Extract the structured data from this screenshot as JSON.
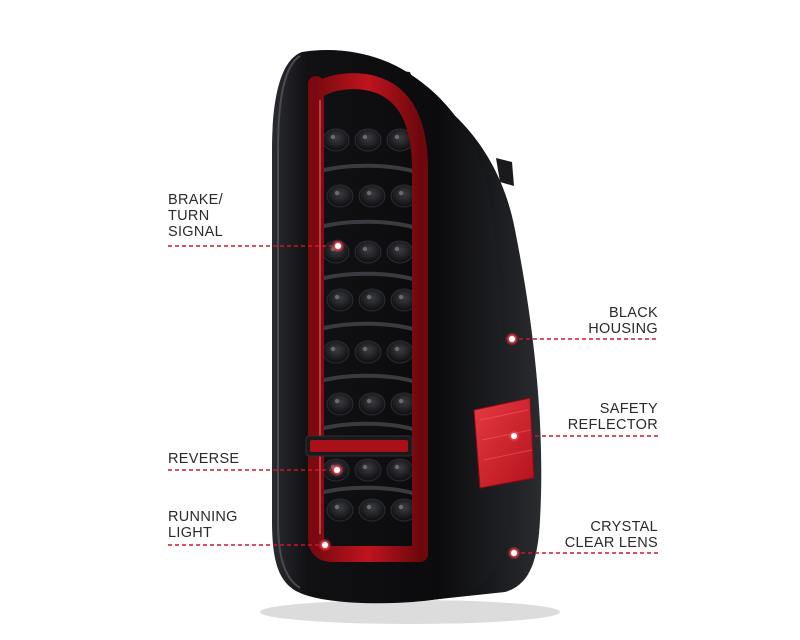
{
  "product": {
    "name": "LED tail light",
    "housing_color": "#0d0d0f",
    "light_bar_color": "#b3121b",
    "reflector_color": "#d9232e"
  },
  "callouts": [
    {
      "id": "brake-turn",
      "text": "BRAKE/\nTURN\nSIGNAL",
      "side": "left"
    },
    {
      "id": "reverse",
      "text": "REVERSE",
      "side": "left"
    },
    {
      "id": "running-light",
      "text": "RUNNING\nLIGHT",
      "side": "left"
    },
    {
      "id": "black-housing",
      "text": "BLACK\nHOUSING",
      "side": "right"
    },
    {
      "id": "safety-reflector",
      "text": "SAFETY\nREFLECTOR",
      "side": "right"
    },
    {
      "id": "crystal-clear-lens",
      "text": "CRYSTAL\nCLEAR LENS",
      "side": "right"
    }
  ],
  "colors": {
    "leader_line": "#c8182a",
    "label_text": "#2a2a2a",
    "background": "#ffffff"
  }
}
